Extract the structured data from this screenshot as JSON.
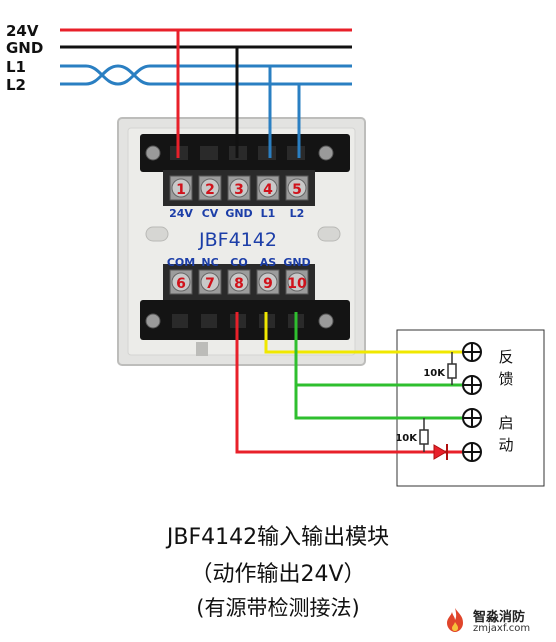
{
  "bus": {
    "labels": [
      "24V",
      "GND",
      "L1",
      "L2"
    ],
    "colors": {
      "v24": "#e8202a",
      "gnd": "#111111",
      "l1": "#2a7fc2",
      "l2": "#2a7fc2"
    }
  },
  "module": {
    "model": "JBF4142",
    "top_terminals": [
      {
        "num": "1",
        "label": "24V"
      },
      {
        "num": "2",
        "label": "CV"
      },
      {
        "num": "3",
        "label": "GND"
      },
      {
        "num": "4",
        "label": "L1"
      },
      {
        "num": "5",
        "label": "L2"
      }
    ],
    "bottom_terminals": [
      {
        "num": "6",
        "label": "COM"
      },
      {
        "num": "7",
        "label": "NC"
      },
      {
        "num": "8",
        "label": "CO"
      },
      {
        "num": "9",
        "label": "AS"
      },
      {
        "num": "10",
        "label": "GND"
      }
    ]
  },
  "device": {
    "feedback_label": "反\n馈",
    "start_label": "启\n动",
    "resistor_feedback": "10K",
    "resistor_start": "10K"
  },
  "wire_colors": {
    "yellow": "#f0e800",
    "green": "#2fbf2f",
    "red": "#e8202a",
    "blue": "#2a7fc2"
  },
  "caption": {
    "line1": "JBF4142输入输出模块",
    "line2": "（动作输出24V）",
    "line3": "(有源带检测接法)"
  },
  "watermark": {
    "title": "智淼消防",
    "url": "zmjaxf.com"
  }
}
